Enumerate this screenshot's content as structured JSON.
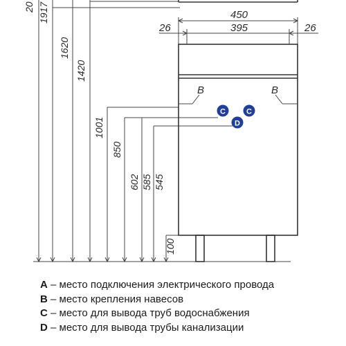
{
  "dimensions": {
    "total_height": "20",
    "mirror_top": "1917",
    "mirror_mid": "1620",
    "mirror_bottom": "1420",
    "h_1001": "1001",
    "h_850": "850",
    "h_602": "602",
    "h_585": "585",
    "h_545": "545",
    "h_100": "100",
    "width_total": "450",
    "width_inner": "395",
    "margin_left": "26",
    "margin_right": "26"
  },
  "markers": {
    "b_left": "B",
    "b_right": "B",
    "c_left": "C",
    "c_right": "C",
    "d": "D"
  },
  "legend": [
    {
      "key": "A",
      "text": " – место подключения электрического провода"
    },
    {
      "key": "B",
      "text": " – место крепления навесов"
    },
    {
      "key": "C",
      "text": " – место для вывода труб водоснабжения"
    },
    {
      "key": "D",
      "text": " – место для вывода трубы канализации"
    }
  ],
  "colors": {
    "line": "#333333",
    "marker_fill": "#1f3f9a",
    "marker_text": "#ffffff"
  }
}
